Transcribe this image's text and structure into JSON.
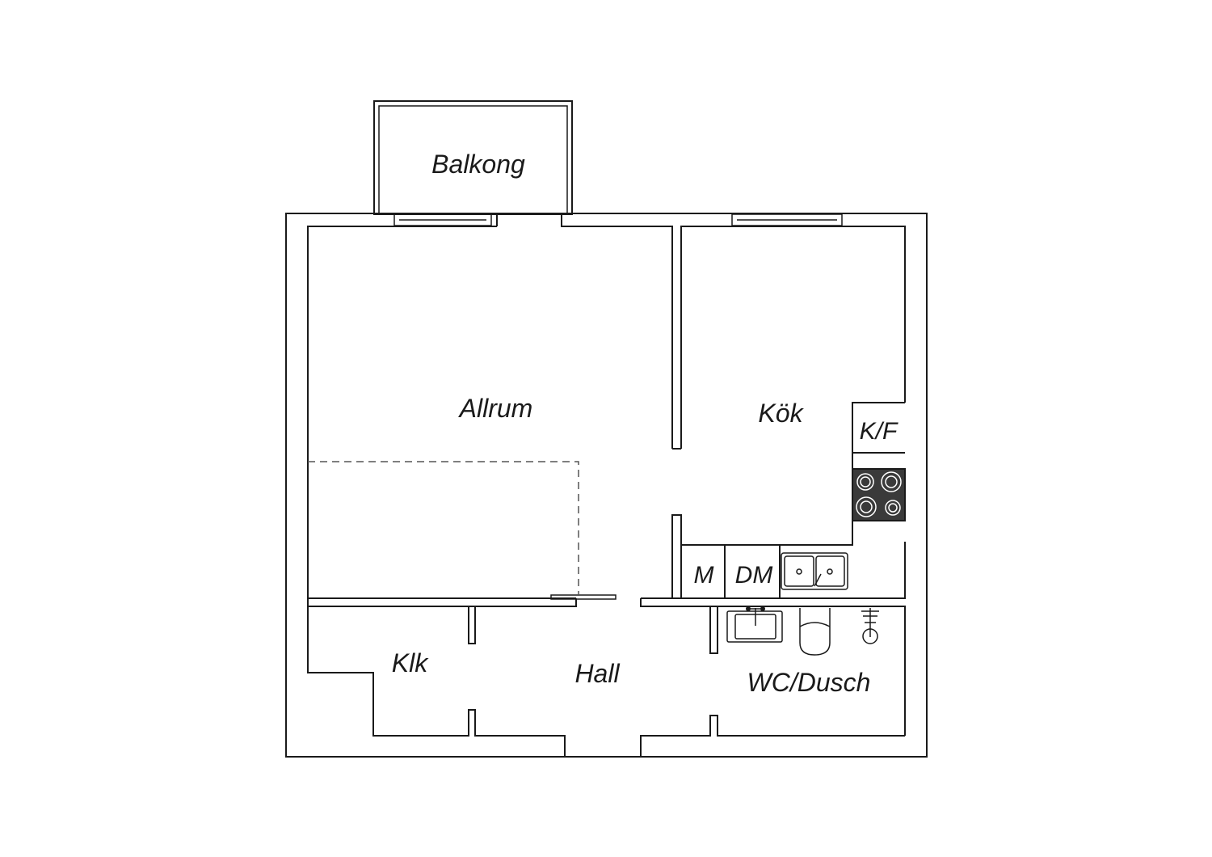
{
  "rooms": {
    "balkong": "Balkong",
    "allrum": "Allrum",
    "kok": "Kök",
    "klk": "Klk",
    "hall": "Hall",
    "wc_dusch": "WC/Dusch"
  },
  "appliances": {
    "fridge_freezer": "K/F",
    "microwave": "M",
    "dishwasher": "DM"
  },
  "colors": {
    "wall_stroke": "#1a1a1a",
    "stove_fill": "#3a3a3a",
    "background": "#ffffff"
  }
}
